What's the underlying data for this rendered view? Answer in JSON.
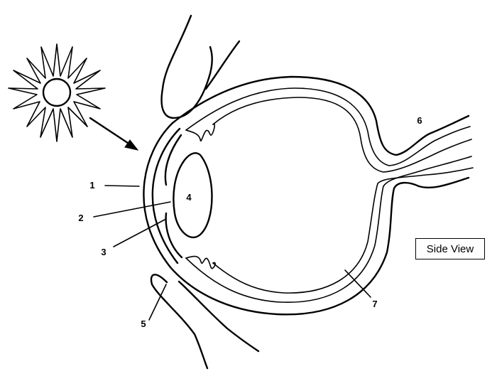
{
  "labels": {
    "l1": "1",
    "l2": "2",
    "l3": "3",
    "l4": "4",
    "l5": "5",
    "l6": "6",
    "l7": "7"
  },
  "view_label": "Side View",
  "icons": [
    "sun-icon",
    "light-ray-arrow"
  ],
  "colors": {
    "ink": "#000000",
    "paper": "#ffffff"
  }
}
